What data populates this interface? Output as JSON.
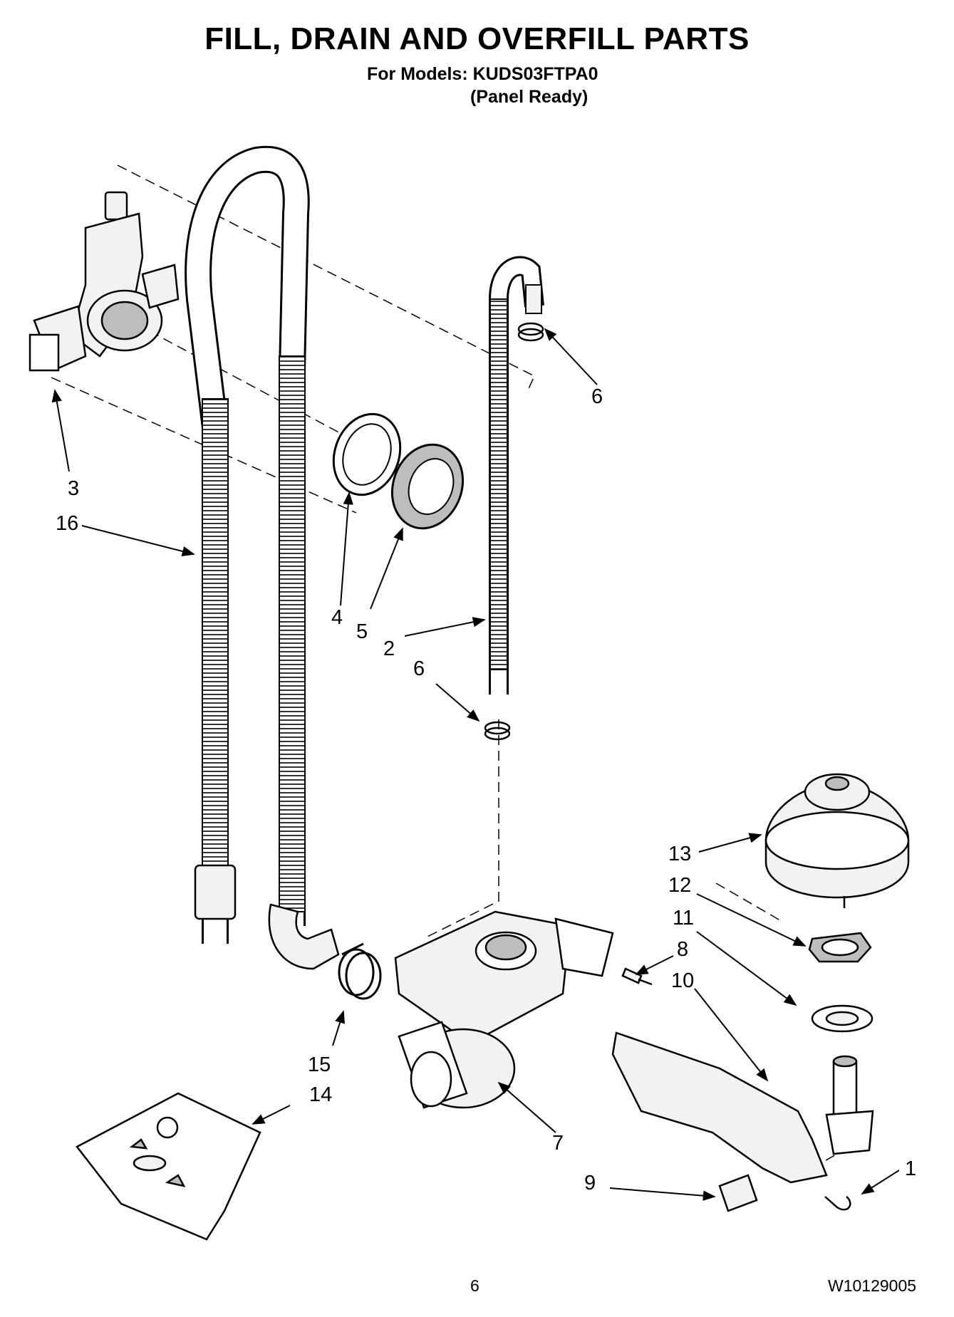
{
  "header": {
    "title": "FILL, DRAIN AND OVERFILL PARTS",
    "models": "For Models: KUDS03FTPA0",
    "note": "(Panel Ready)"
  },
  "footer": {
    "page_number": "6",
    "document_number": "W10129005"
  },
  "callouts": [
    "1",
    "2",
    "3",
    "4",
    "5",
    "6",
    "6",
    "7",
    "8",
    "9",
    "10",
    "11",
    "12",
    "13",
    "14",
    "15",
    "16"
  ],
  "colors": {
    "ink": "#000000",
    "paper": "#ffffff",
    "fill": "#f2f2f2",
    "shade": "#bdbdbd"
  }
}
